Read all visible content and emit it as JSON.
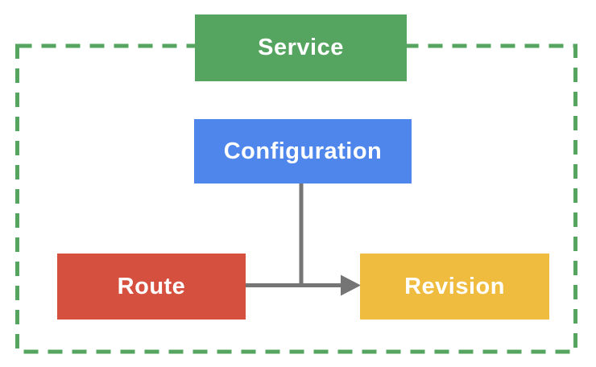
{
  "diagram": {
    "nodes": {
      "service": {
        "label": "Service",
        "color": "#55A45F"
      },
      "configuration": {
        "label": "Configuration",
        "color": "#4E86EC"
      },
      "route": {
        "label": "Route",
        "color": "#D5503E"
      },
      "revision": {
        "label": "Revision",
        "color": "#EFBC40"
      }
    },
    "edges": [
      {
        "from": "route",
        "to": "revision",
        "type": "arrow"
      },
      {
        "from": "configuration",
        "to": "route-revision-arrow",
        "type": "line"
      }
    ],
    "boundary": {
      "style": "dashed",
      "color": "#55A45F"
    },
    "connector": {
      "color": "#757575"
    }
  }
}
